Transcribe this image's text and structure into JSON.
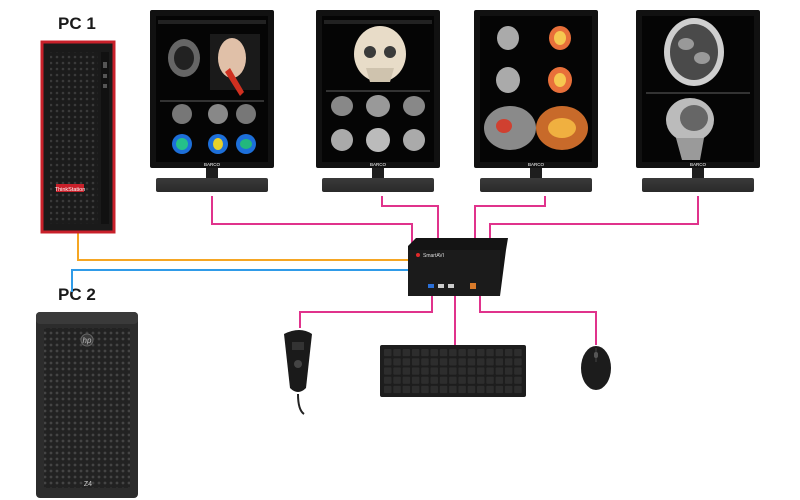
{
  "labels": {
    "pc1": "PC 1",
    "pc2": "PC 2",
    "pc1_brand": "ThinkStation",
    "pc2_brand": "hp",
    "pc2_model": "Z4",
    "monitor_brand": "BARCO"
  },
  "kvm": {
    "brand": "SmartAVI"
  },
  "colors": {
    "pc1_cable": "#f5a623",
    "pc2_cable": "#2f9be8",
    "monitor_cable": "#e0338c",
    "pc1_trim": "#d0202a",
    "kvm_accent": "#e02a2a"
  },
  "icons": {
    "pc1": "tower-pc-icon",
    "pc2": "workstation-icon",
    "monitor": "medical-monitor-icon",
    "kvm": "kvm-switch-icon",
    "mic": "dictation-microphone-icon",
    "keyboard": "keyboard-icon",
    "mouse": "mouse-icon"
  }
}
